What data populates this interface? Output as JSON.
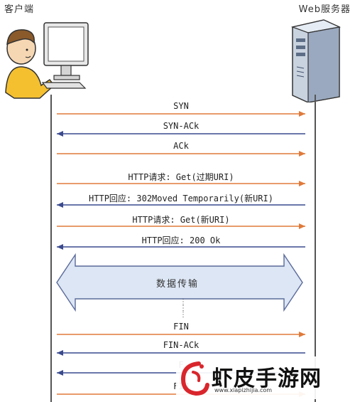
{
  "header": {
    "client": "客户端",
    "server": "Web服务器"
  },
  "messages": [
    {
      "label": "SYN",
      "dir": "to-server"
    },
    {
      "label": "SYN-ACk",
      "dir": "to-client"
    },
    {
      "label": "ACk",
      "dir": "to-server"
    },
    {
      "label": "HTTP请求: Get(过期URI)",
      "dir": "to-server"
    },
    {
      "label": "HTTP回应: 302Moved Temporarily(新URI)",
      "dir": "to-client"
    },
    {
      "label": "HTTP请求: Get(新URI)",
      "dir": "to-server"
    },
    {
      "label": "HTTP回应: 200 Ok",
      "dir": "to-client"
    },
    {
      "label": "FIN",
      "dir": "to-server"
    },
    {
      "label": "FIN-ACk",
      "dir": "to-client"
    },
    {
      "label": "F",
      "dir": "to-client"
    },
    {
      "label": "FIN",
      "dir": "to-server"
    }
  ],
  "transfer": {
    "label": "数据传输"
  },
  "ellipsis": "⋮",
  "watermark": {
    "main": "虾皮手游网",
    "url": "www.xiapizhijia.com"
  },
  "colors": {
    "to_server": "#e07a3a",
    "to_client": "#3a4a8e",
    "band_fill": "#dce6f4",
    "band_stroke": "#5a6a9a"
  }
}
